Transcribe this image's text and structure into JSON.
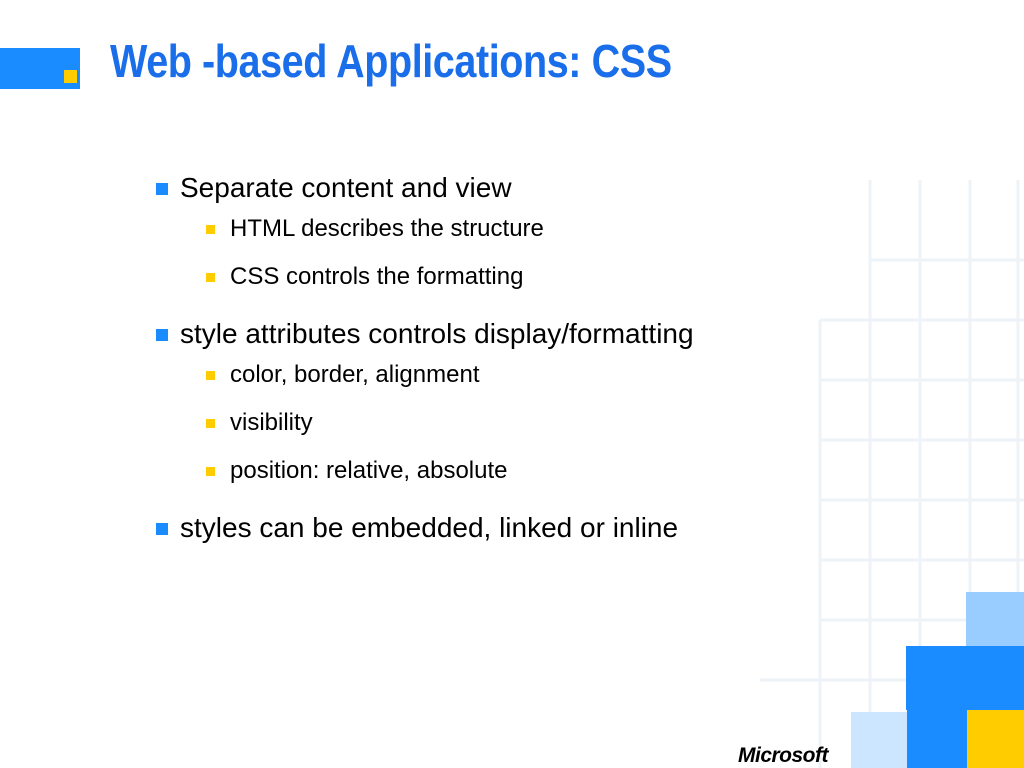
{
  "slide": {
    "title": "Web -based Applications: CSS",
    "bullets": [
      {
        "text": "Separate content and view",
        "sub": [
          "HTML describes the structure",
          "CSS controls the formatting"
        ]
      },
      {
        "text": "style attributes controls display/formatting",
        "sub": [
          "color, border, alignment",
          "visibility",
          "position: relative, absolute"
        ]
      },
      {
        "text": "styles can be embedded, linked or inline",
        "sub": []
      }
    ],
    "logo_text": "Microsoft"
  },
  "colors": {
    "title": "#1a6eea",
    "primary_bullet": "#1a8cff",
    "secondary_bullet": "#ffcc00",
    "block_light_blue": "#99ccff",
    "block_blue": "#1a8cff",
    "block_pale_blue": "#cce6ff",
    "block_yellow": "#ffcc00"
  }
}
